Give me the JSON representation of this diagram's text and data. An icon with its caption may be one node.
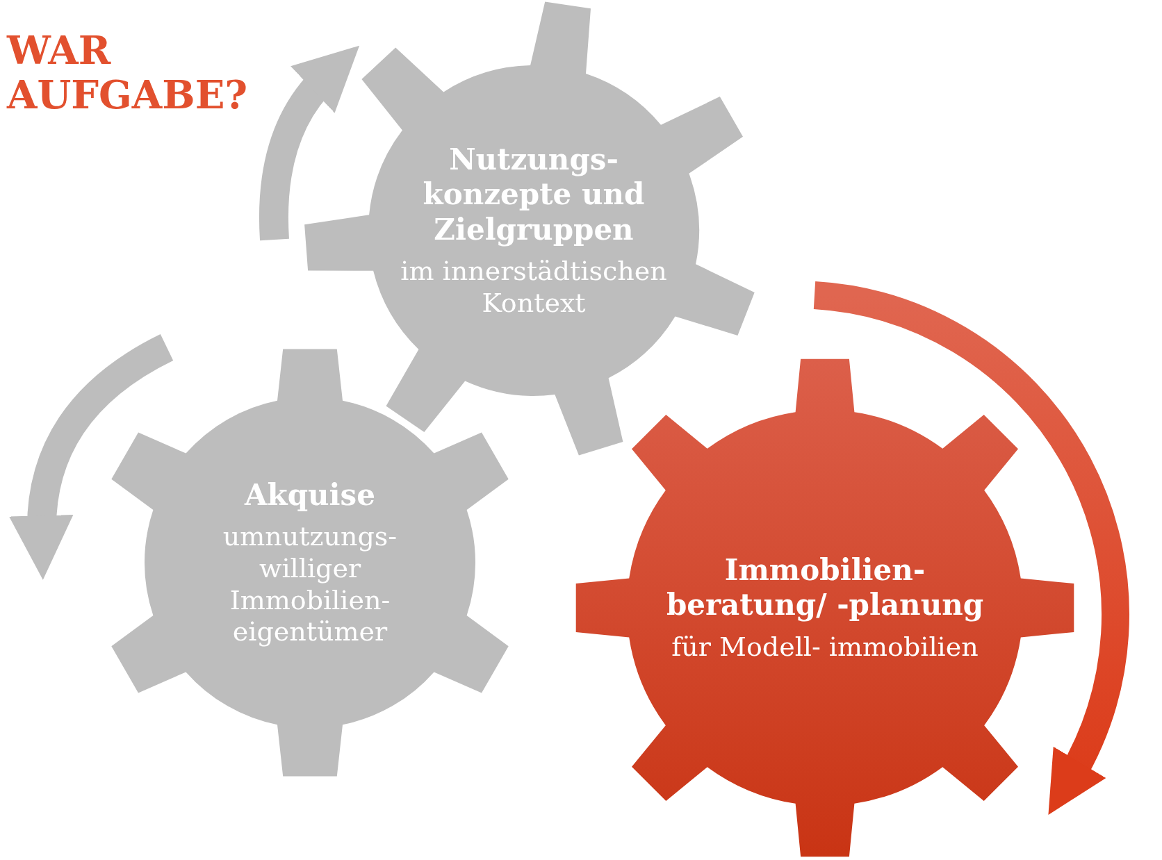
{
  "diagram": {
    "title": "WAR AUFGABE?",
    "nodes": [
      {
        "text": [
          "Nutzungs- konzepte und Zielgruppen",
          "im innerstädtischen Kontext"
        ]
      },
      {
        "text": [
          "Akquise",
          "umnutzungs- williger Immobilien- eigentümer"
        ]
      },
      {
        "text": [
          "Immobilien- beratung/ -planung",
          "für Modell- immobilien"
        ]
      }
    ]
  }
}
